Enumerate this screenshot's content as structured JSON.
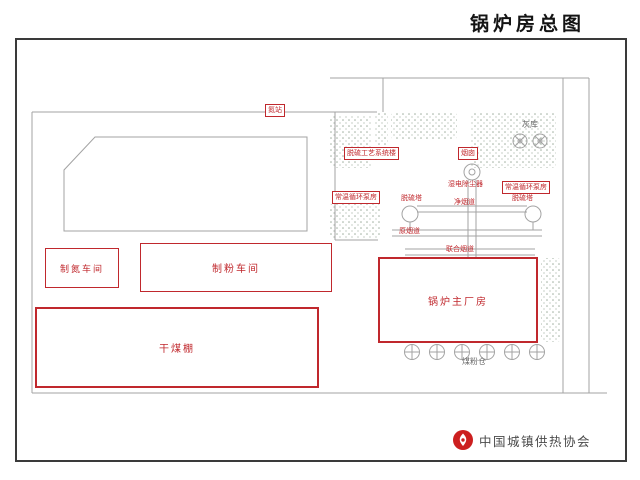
{
  "page": {
    "title": "锅炉房总图"
  },
  "footer": {
    "org": "中国城镇供热协会"
  },
  "buildings": {
    "nitrogen": {
      "label": "制氮车间"
    },
    "milling": {
      "label": "制粉车间"
    },
    "coal_shed": {
      "label": "干煤棚"
    },
    "boiler_main": {
      "label": "锅炉主厂房"
    }
  },
  "tags": {
    "nitrogen_station": "氮站",
    "desulfurization_building": "脱硫工艺系统楼",
    "chimney": "烟囱",
    "pump_room_left": "常温循环泵房",
    "pump_room_right": "常温循环泵房"
  },
  "annotations": {
    "wet_esp": "湿电除尘器",
    "tower_left": "脱硫塔",
    "tower_right": "脱硫塔",
    "clean_flue": "净烟道",
    "raw_flue": "原烟道",
    "combined_flue": "联合烟道",
    "ash_storage": "灰库",
    "coal_silo": "煤粉仓"
  },
  "colors": {
    "red": "#c0282d",
    "line": "#a3a3a3",
    "frame": "#3a3a3a",
    "ink": "#141414",
    "muted": "#6a6a6a",
    "logo": "#cc1f1f"
  }
}
